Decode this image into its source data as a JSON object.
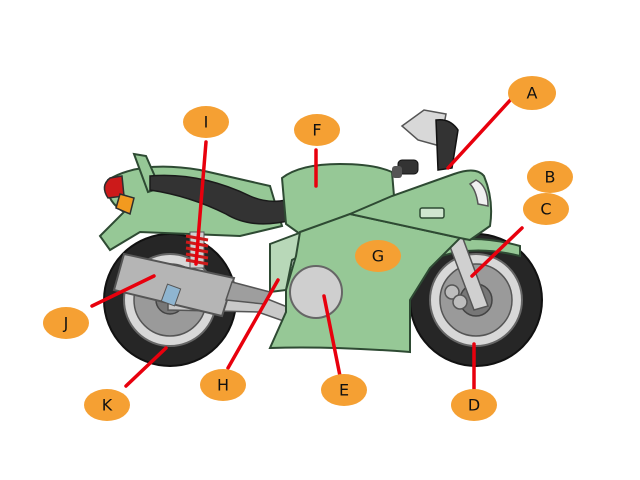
{
  "colors": {
    "body_green": "#96c896",
    "dark_green": "#5e9a64",
    "outline": "#2e4a33",
    "label_badge": "#f5a033",
    "leader_line": "#e8000d",
    "tire": "#262626",
    "rim": "#cfcfcf",
    "seat": "#333333",
    "exhaust": "#b5b5b5",
    "tail_light": "#cc1a1a",
    "indicator": "#f29a1f"
  },
  "labels": {
    "A": "A",
    "B": "B",
    "C": "C",
    "D": "D",
    "E": "E",
    "F": "F",
    "G": "G",
    "H": "H",
    "I": "I",
    "J": "J",
    "K": "K"
  }
}
